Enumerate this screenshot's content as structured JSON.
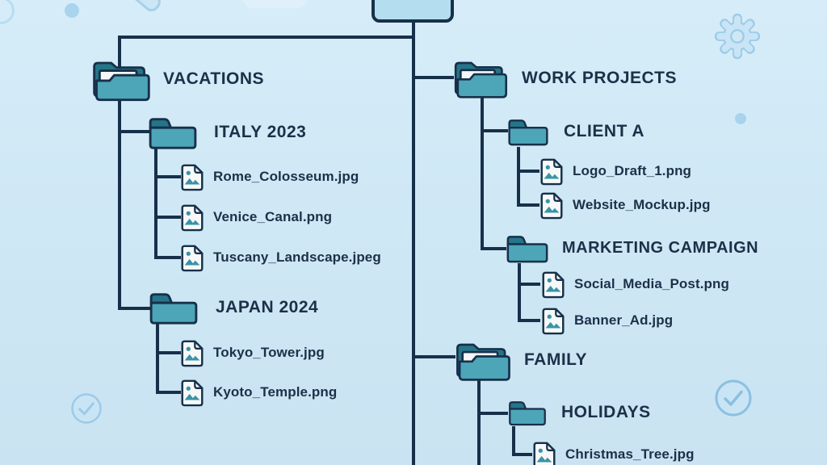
{
  "colors": {
    "background": "#cfe8f5",
    "line": "#17304a",
    "text": "#1c3049",
    "folder_mid": "#4da5b8",
    "folder_dark": "#257588",
    "root_fill": "#b5ddf0",
    "accent": "#3a93a8",
    "decor_fill": "#c9e5f5",
    "decor_strong": "#9bcbe8"
  },
  "tree": {
    "vacations": {
      "label": "VACATIONS",
      "children": {
        "italy": {
          "label": "ITALY 2023",
          "files": [
            "Rome_Colosseum.jpg",
            "Venice_Canal.png",
            "Tuscany_Landscape.jpeg"
          ]
        },
        "japan": {
          "label": "JAPAN 2024",
          "files": [
            "Tokyo_Tower.jpg",
            "Kyoto_Temple.png"
          ]
        }
      }
    },
    "work_projects": {
      "label": "WORK PROJECTS",
      "children": {
        "client_a": {
          "label": "CLIENT A",
          "files": [
            "Logo_Draft_1.png",
            "Website_Mockup.jpg"
          ]
        },
        "marketing": {
          "label": "MARKETING CAMPAIGN",
          "files": [
            "Social_Media_Post.png",
            "Banner_Ad.jpg"
          ]
        }
      }
    },
    "family": {
      "label": "FAMILY",
      "children": {
        "holidays": {
          "label": "HOLIDAYS",
          "files": [
            "Christmas_Tree.jpg"
          ]
        }
      }
    }
  }
}
